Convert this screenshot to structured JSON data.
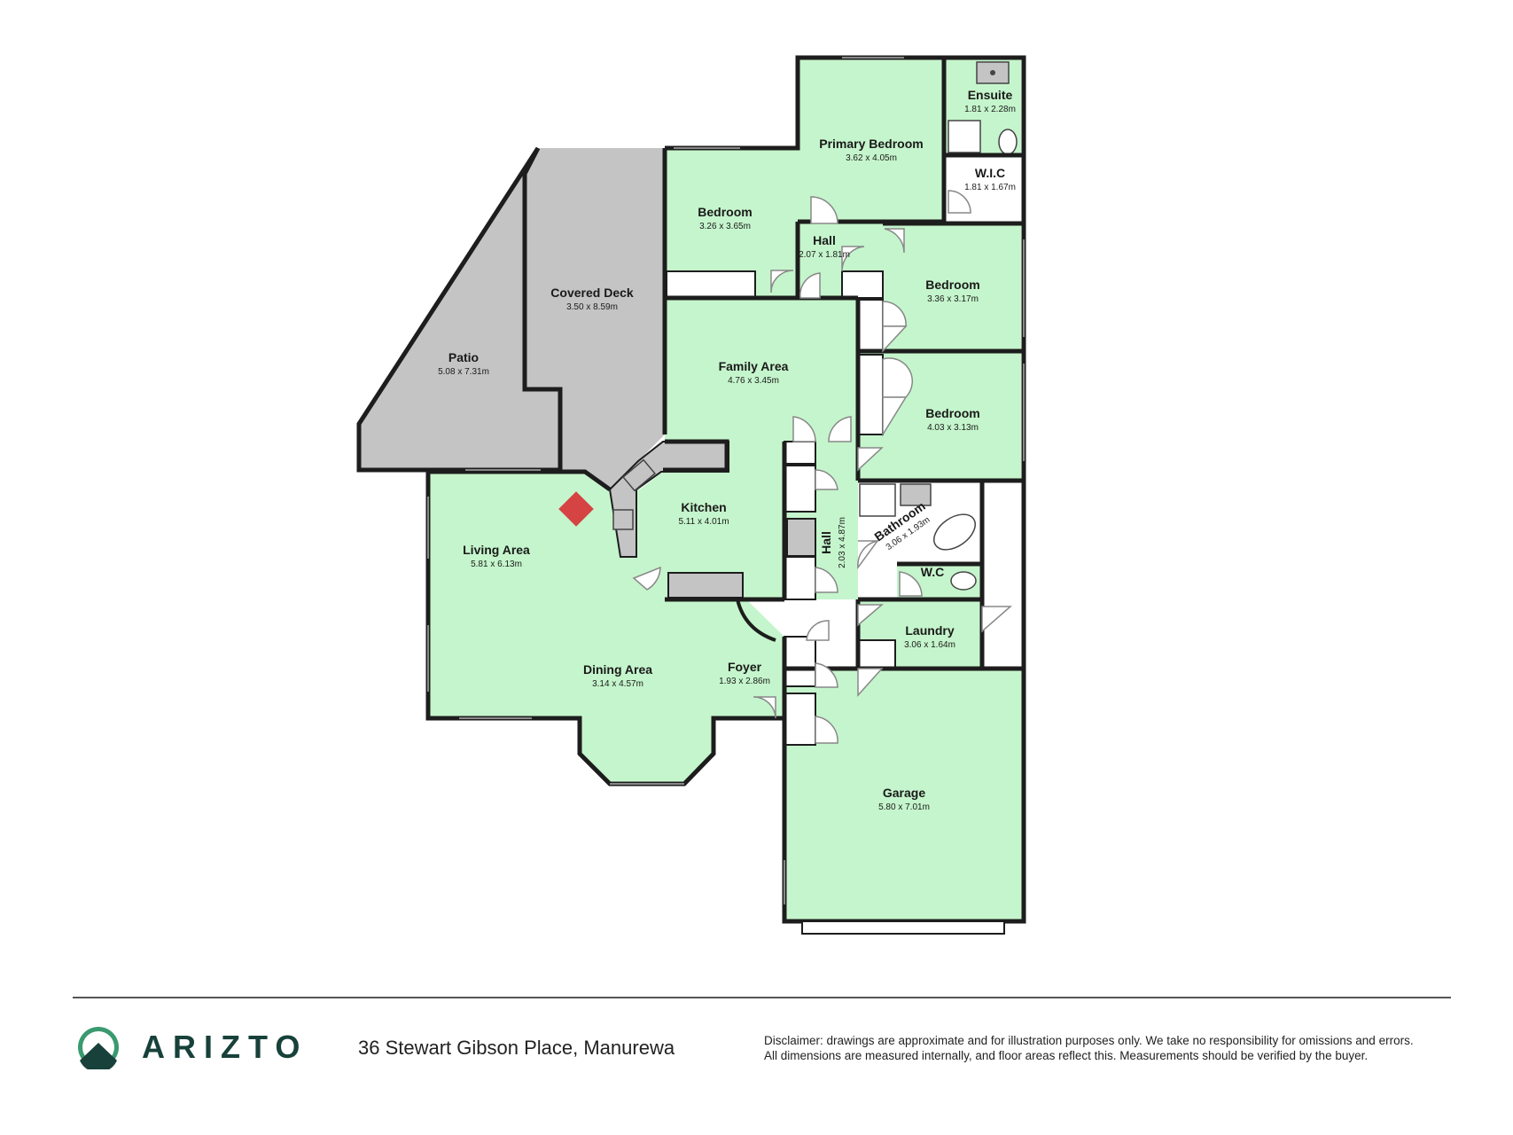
{
  "colors": {
    "room_fill": "#c5f5cc",
    "outdoor_fill": "#c4c4c4",
    "wall": "#1d1d1d",
    "marker": "#d54343",
    "brand": "#17413a",
    "logo_green": "#3a9a6f"
  },
  "rooms": {
    "primary_bedroom": {
      "name": "Primary Bedroom",
      "dims": "3.62 x 4.05m"
    },
    "ensuite": {
      "name": "Ensuite",
      "dims": "1.81 x 2.28m"
    },
    "wic": {
      "name": "W.I.C",
      "dims": "1.81 x 1.67m"
    },
    "bedroom_1": {
      "name": "Bedroom",
      "dims": "3.26 x 3.65m"
    },
    "hall_upper": {
      "name": "Hall",
      "dims": "2.07 x 1.81m"
    },
    "bedroom_2": {
      "name": "Bedroom",
      "dims": "3.36 x 3.17m"
    },
    "covered_deck": {
      "name": "Covered Deck",
      "dims": "3.50 x 8.59m"
    },
    "patio": {
      "name": "Patio",
      "dims": "5.08 x 7.31m"
    },
    "family_area": {
      "name": "Family Area",
      "dims": "4.76 x 3.45m"
    },
    "bedroom_3": {
      "name": "Bedroom",
      "dims": "4.03 x 3.13m"
    },
    "kitchen": {
      "name": "Kitchen",
      "dims": "5.11 x 4.01m"
    },
    "living_area": {
      "name": "Living Area",
      "dims": "5.81 x 6.13m"
    },
    "hall_lower": {
      "name": "Hall",
      "dims": "2.03 x 4.87m"
    },
    "bathroom": {
      "name": "Bathroom",
      "dims": "3.06 x 1.93m"
    },
    "wc": {
      "name": "W.C",
      "dims": ""
    },
    "laundry": {
      "name": "Laundry",
      "dims": "3.06 x 1.64m"
    },
    "dining_area": {
      "name": "Dining Area",
      "dims": "3.14 x 4.57m"
    },
    "foyer": {
      "name": "Foyer",
      "dims": "1.93 x 2.86m"
    },
    "garage": {
      "name": "Garage",
      "dims": "5.80 x 7.01m"
    }
  },
  "footer": {
    "brand": "ARIZTO",
    "address": "36 Stewart Gibson Place, Manurewa",
    "disclaimer_line1": "Disclaimer: drawings are approximate and for illustration purposes only. We take no responsibility for omissions and errors.",
    "disclaimer_line2": "All dimensions are measured internally, and floor areas reflect this. Measurements should be verified by the buyer."
  }
}
